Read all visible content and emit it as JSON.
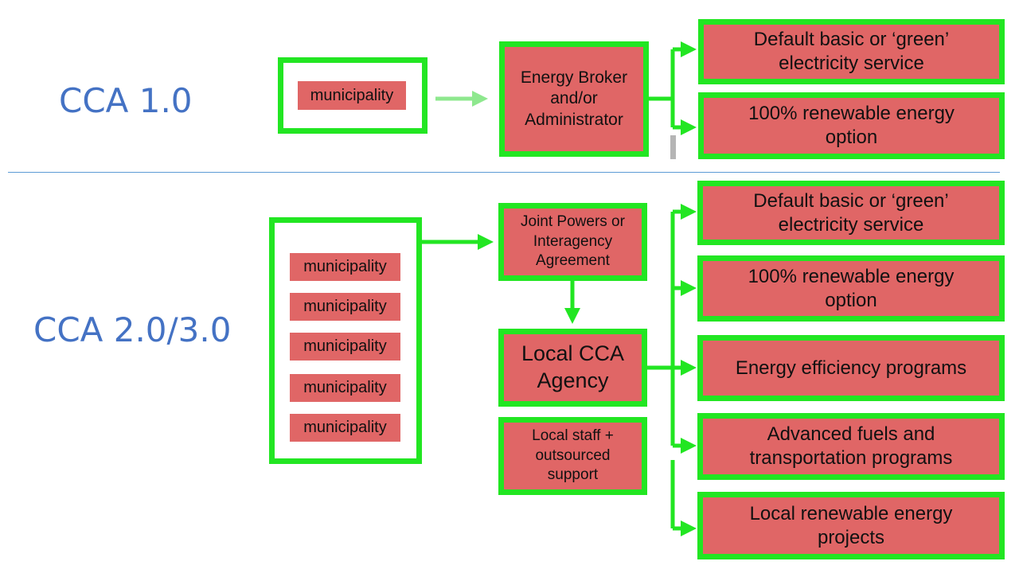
{
  "sections": {
    "cca1": {
      "label": "CCA 1.0",
      "municipality": "municipality",
      "broker": "Energy Broker\nand/or\nAdministrator",
      "services": [
        "Default basic or ‘green’\nelectricity service",
        "100% renewable energy\noption"
      ]
    },
    "cca2": {
      "label": "CCA 2.0/3.0",
      "municipalities": [
        "municipality",
        "municipality",
        "municipality",
        "municipality",
        "municipality"
      ],
      "joint_powers": "Joint Powers or\nInteragency\nAgreement",
      "agency": "Local CCA\nAgency",
      "staff": "Local staff +\noutsourced\nsupport",
      "services": [
        "Default basic or ‘green’\nelectricity service",
        "100% renewable energy\noption",
        "Energy efficiency programs",
        "Advanced fuels and\ntransportation programs",
        "Local renewable energy\nprojects"
      ]
    }
  },
  "colors": {
    "green_border": "#22e622",
    "light_green_arrow": "#8ee88e",
    "box_fill": "#e06666",
    "label_blue": "#4472C4",
    "divider": "#5b9bd5"
  }
}
